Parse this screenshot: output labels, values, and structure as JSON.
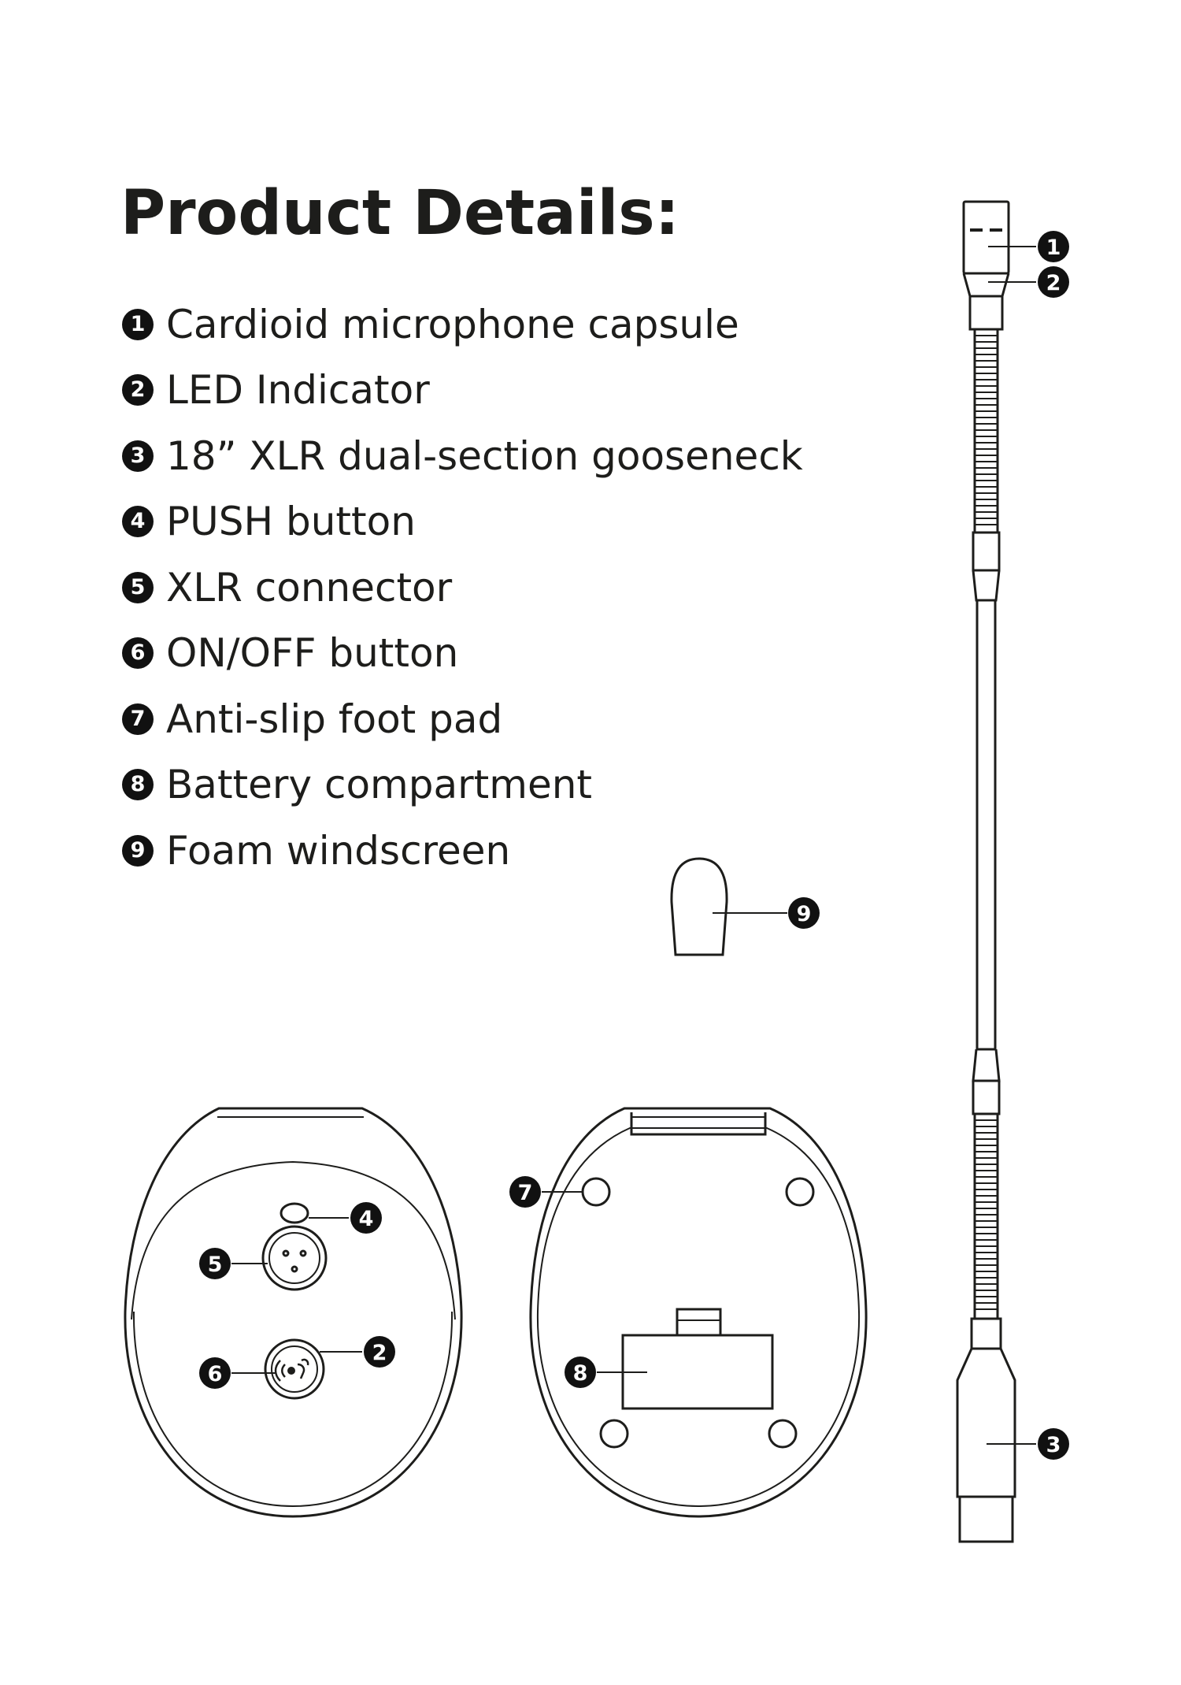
{
  "page_title": "Product Details:",
  "details": [
    {
      "num": "1",
      "label": "Cardioid microphone capsule"
    },
    {
      "num": "2",
      "label": "LED Indicator"
    },
    {
      "num": "3",
      "label": "18” XLR dual-section gooseneck"
    },
    {
      "num": "4",
      "label": "PUSH button"
    },
    {
      "num": "5",
      "label": "XLR connector"
    },
    {
      "num": "6",
      "label": "ON/OFF button"
    },
    {
      "num": "7",
      "label": "Anti-slip foot pad"
    },
    {
      "num": "8",
      "label": "Battery compartment"
    },
    {
      "num": "9",
      "label": "Foam windscreen"
    }
  ],
  "callouts": {
    "gooseneck_capsule": "1",
    "gooseneck_led": "2",
    "gooseneck_connector": "3",
    "windscreen": "9",
    "base_push": "4",
    "base_xlr": "5",
    "base_led": "2",
    "base_onoff": "6",
    "bottom_footpad": "7",
    "bottom_battery": "8"
  },
  "colors": {
    "ink": "#1d1d1b",
    "badge": "#111111",
    "background": "#ffffff"
  }
}
